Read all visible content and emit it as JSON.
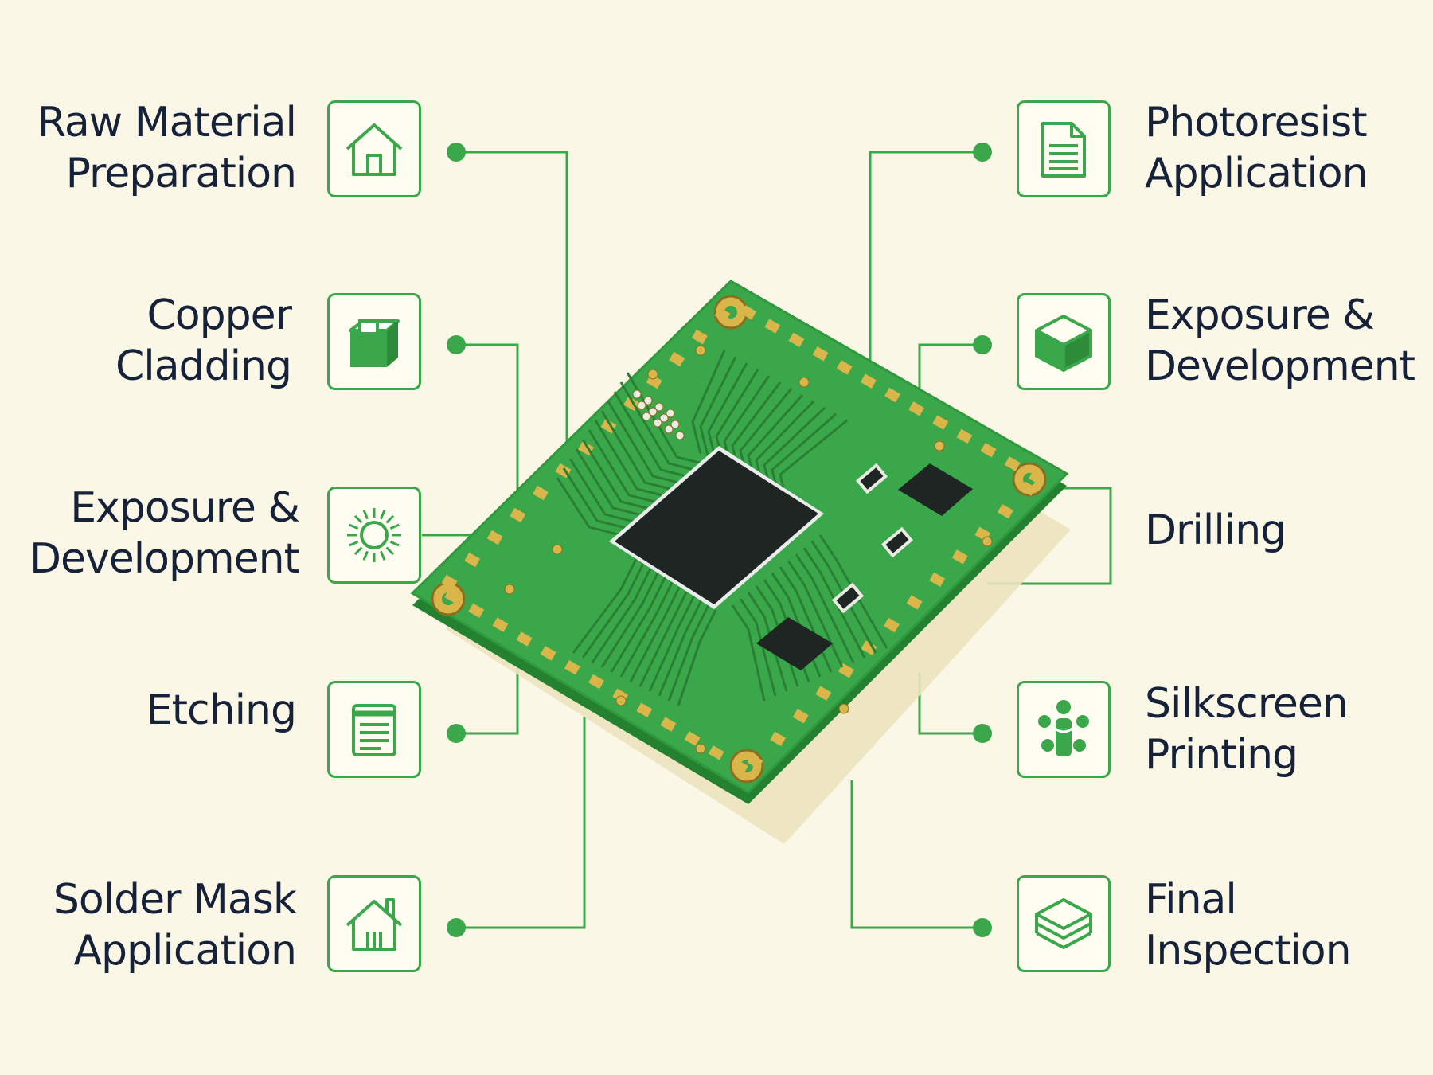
{
  "colors": {
    "background": "#fbf7e6",
    "accent": "#3aa84a",
    "board": "#3aa84a",
    "chip": "#1e2522",
    "pad": "#d9b54a",
    "text": "#16223a"
  },
  "steps": [
    {
      "id": "raw-material-preparation",
      "side": "left",
      "lines": [
        "Raw Material",
        "Preparation"
      ],
      "icon": "house-icon"
    },
    {
      "id": "copper-cladding",
      "side": "left",
      "lines": [
        "Copper",
        "Cladding"
      ],
      "icon": "box-icon"
    },
    {
      "id": "exposure-development-left",
      "side": "left",
      "lines": [
        "Exposure &",
        "Development"
      ],
      "icon": "sun-icon"
    },
    {
      "id": "etching",
      "side": "left",
      "lines": [
        "Etching"
      ],
      "icon": "notepad-icon"
    },
    {
      "id": "solder-mask-application",
      "side": "left",
      "lines": [
        "Solder Mask",
        "Application"
      ],
      "icon": "house-chimney-icon"
    },
    {
      "id": "photoresist-application",
      "side": "right",
      "lines": [
        "Photoresist",
        "Application"
      ],
      "icon": "document-icon"
    },
    {
      "id": "exposure-development-right",
      "side": "right",
      "lines": [
        "Exposure &",
        "Development"
      ],
      "icon": "cube-icon"
    },
    {
      "id": "drilling",
      "side": "right",
      "lines": [
        "Drilling"
      ],
      "icon": "none"
    },
    {
      "id": "silkscreen-printing",
      "side": "right",
      "lines": [
        "Silkscreen",
        "Printing"
      ],
      "icon": "people-icon"
    },
    {
      "id": "final-inspection",
      "side": "right",
      "lines": [
        "Final",
        "Inspection"
      ],
      "icon": "layers-icon"
    }
  ]
}
